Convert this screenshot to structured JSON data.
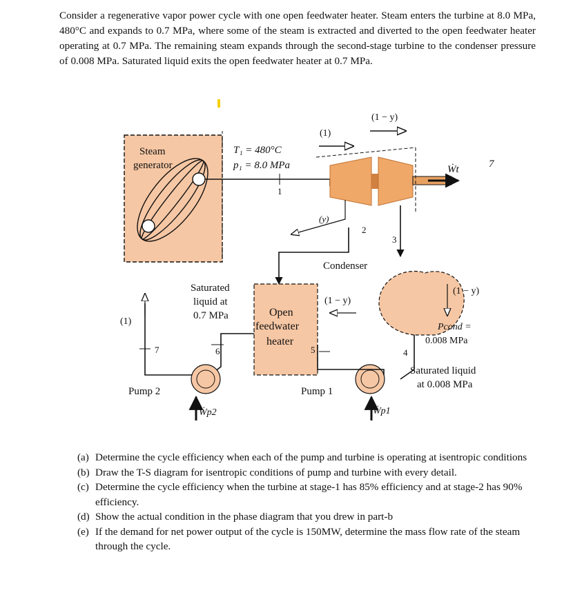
{
  "problem": {
    "text": "Consider a regenerative vapor power cycle with one open feedwater heater. Steam enters the turbine at 8.0 MPa, 480°C and expands to 0.7 MPa, where some of the steam is extracted and diverted to the open feedwater heater operating at 0.7 MPa. The remaining steam expands through the second-stage turbine to the condenser pressure of 0.008 MPa. Saturated liquid exits the open feedwater heater at 0.7 MPa."
  },
  "diagram": {
    "steam_generator_line1": "Steam",
    "steam_generator_line2": "generator",
    "state1_t": "T₁ = 480°C",
    "state1_p": "p₁ = 8.0 MPa",
    "flow_1_top": "(1)",
    "flow_1_minus_y_top": "(1 − y)",
    "work_turbine": "Ẇt",
    "label_7_right": "7",
    "state_1": "1",
    "flow_y": "(y)",
    "state_2": "2",
    "state_3": "3",
    "condenser": "Condenser",
    "sat_liq_line1": "Saturated",
    "sat_liq_line2": "liquid at",
    "sat_liq_line3": "0.7 MPa",
    "fwh_line1": "Open",
    "fwh_line2": "feedwater",
    "fwh_line3": "heater",
    "flow_1_minus_y_mid": "(1 − y)",
    "flow_1_minus_y_right": "(1 − y)",
    "flow_1_left": "(1)",
    "pcond_line1": "Pcond =",
    "pcond_line2": "0.008 MPa",
    "state_4": "4",
    "state_5": "5",
    "state_6": "6",
    "state_7": "7",
    "pump2": "Pump 2",
    "pump1": "Pump 1",
    "work_p2": "Ẇp2",
    "work_p1": "Ẇp1",
    "sat_liq_cond_line1": "Saturated liquid",
    "sat_liq_cond_line2": "at 0.008 MPa"
  },
  "questions": [
    {
      "label": "(a)",
      "text": "Determine the cycle efficiency when each of the pump and turbine is operating at isentropic conditions"
    },
    {
      "label": "(b)",
      "text": "Draw the T-S diagram for isentropic conditions of pump and turbine with every detail."
    },
    {
      "label": "(c)",
      "text": "Determine the cycle efficiency when the turbine at stage-1 has 85% efficiency and at stage-2 has 90% efficiency."
    },
    {
      "label": "(d)",
      "text": "Show the actual condition in the phase diagram that you drew in part-b"
    },
    {
      "label": "(e)",
      "text": "If the demand for net power output of the cycle is 150MW, determine the mass flow rate of the steam through the cycle."
    }
  ],
  "colors": {
    "component_fill": "#f6c7a4",
    "turbine_fill": "#f0a868",
    "marker": "#f5d000"
  }
}
